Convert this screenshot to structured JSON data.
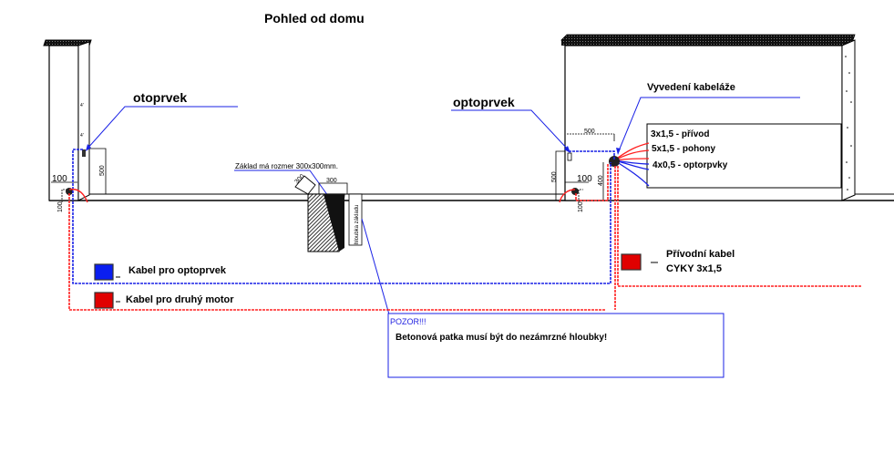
{
  "title": "Pohled od domu",
  "labels": {
    "left_sensor": "otoprvek",
    "right_sensor": "optoprvek",
    "cable_outlet": "Vyvedení kabeláže",
    "foundation_note": "Základ má rozmer 300x300mm.",
    "foundation_depth": "hloubka základu"
  },
  "cable_list": [
    "3x1,5 - přívod",
    "5x1,5 - pohony",
    "4x0,5 - optorpvky"
  ],
  "dimensions": {
    "left_height": "500",
    "left_offset": "100",
    "left_depth": "100",
    "right_width": "500",
    "right_height": "500",
    "right_offset": "100",
    "right_depth": "100",
    "right_outlet_height": "400",
    "foundation_width": "300",
    "foundation_side": "300"
  },
  "legend": {
    "blue": {
      "label": "Kabel pro optoprvek",
      "color": "#0a1ef0"
    },
    "red": {
      "label": "Kabel pro druhý motor",
      "color": "#e00000"
    },
    "supply": {
      "line1": "Přívodní kabel",
      "line2": "CYKY 3x1,5",
      "color": "#e00000"
    }
  },
  "warning": {
    "title": "POZOR!!!",
    "text": "Betonová patka musí být do nezámrzné hloubky!"
  },
  "colors": {
    "blue": "#1a22e6",
    "red": "#ff2020",
    "dark": "#222222"
  }
}
